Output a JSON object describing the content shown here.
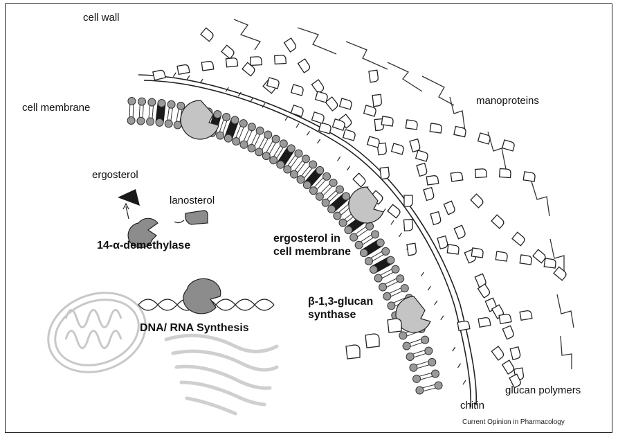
{
  "labels": {
    "cell_wall": "cell wall",
    "cell_membrane": "cell membrane",
    "manoproteins": "manoproteins",
    "ergosterol": "ergosterol",
    "lanosterol": "lanosterol",
    "demethylase": "14-α-demethylase",
    "ergosterol_membrane_1": "ergosterol in",
    "ergosterol_membrane_2": "cell membrane",
    "glucan_synthase_1": "β-1,3-glucan",
    "glucan_synthase_2": "synthase",
    "dna_rna": "DNA/ RNA Synthesis",
    "chitin": "chitin",
    "glucan_polymers": "glucan polymers",
    "credit": "Current Opinion in Pharmacology"
  },
  "colors": {
    "lipid_head": "#9a9a9a",
    "ergosterol": "#1a1a1a",
    "enzyme": "#8c8c8c",
    "synthase": "#c4c4c4",
    "organelle": "#c8c8c8",
    "line": "#222222"
  }
}
